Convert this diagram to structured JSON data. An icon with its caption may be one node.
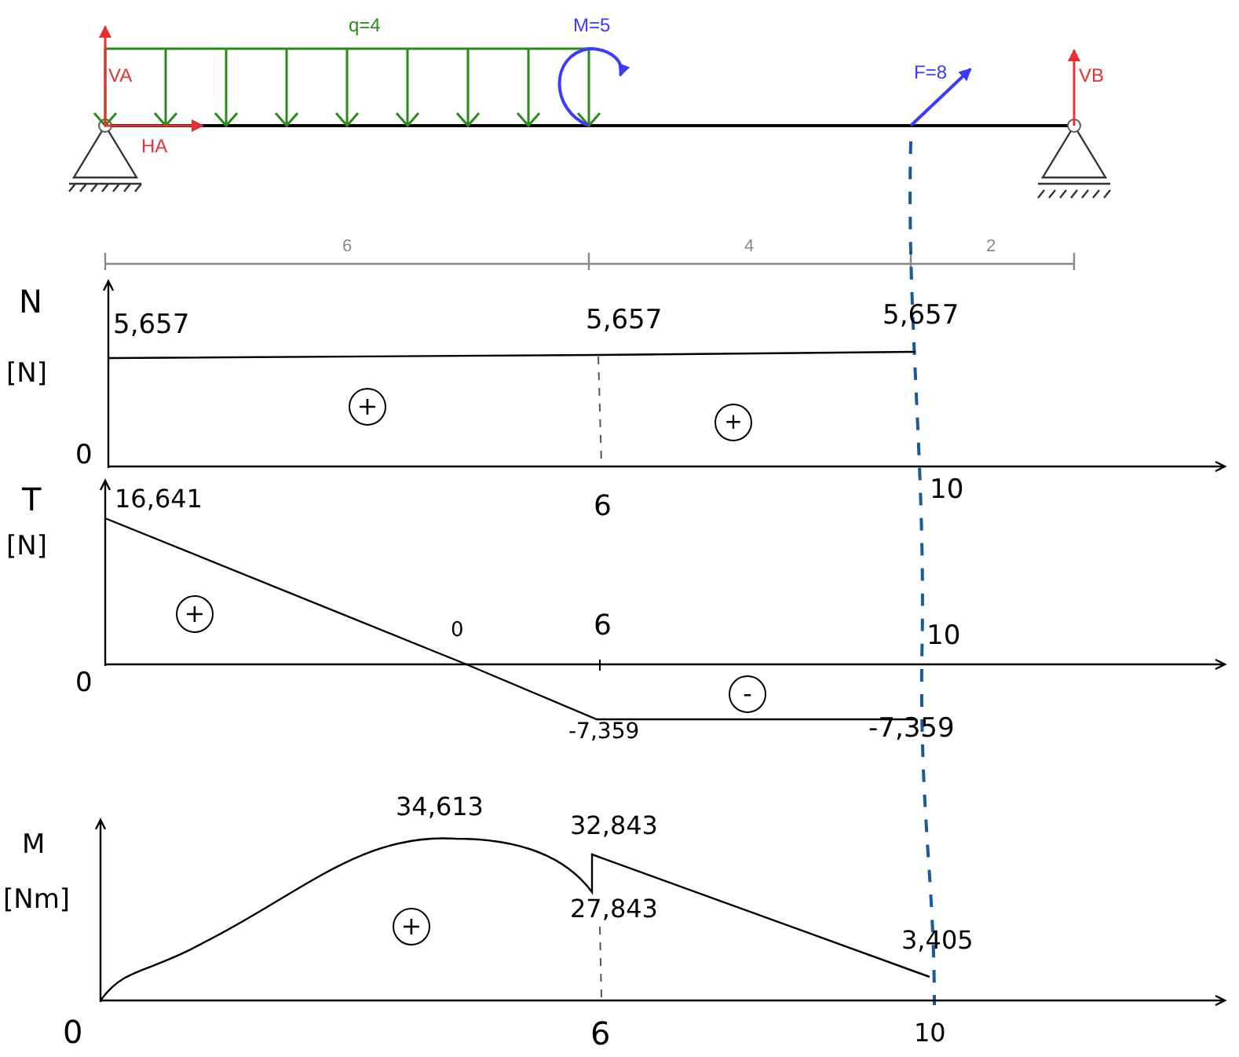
{
  "diagram": {
    "labels": [
      "q=4",
      "M=5",
      "VA",
      "F=8",
      "VB",
      "HA",
      "6",
      "4",
      "2",
      "N",
      "5,657",
      "5,657",
      "5,657",
      "[N]",
      "+",
      "+",
      "0",
      "T",
      "16,641",
      "6",
      "10",
      "[N]",
      "+",
      "0",
      "6",
      "10",
      "0",
      "-",
      "-7,359",
      "-7,359",
      "M",
      "34,613",
      "32,843",
      "[Nm]",
      "+",
      "27,843",
      "3,405",
      "0",
      "6",
      "10"
    ]
  }
}
